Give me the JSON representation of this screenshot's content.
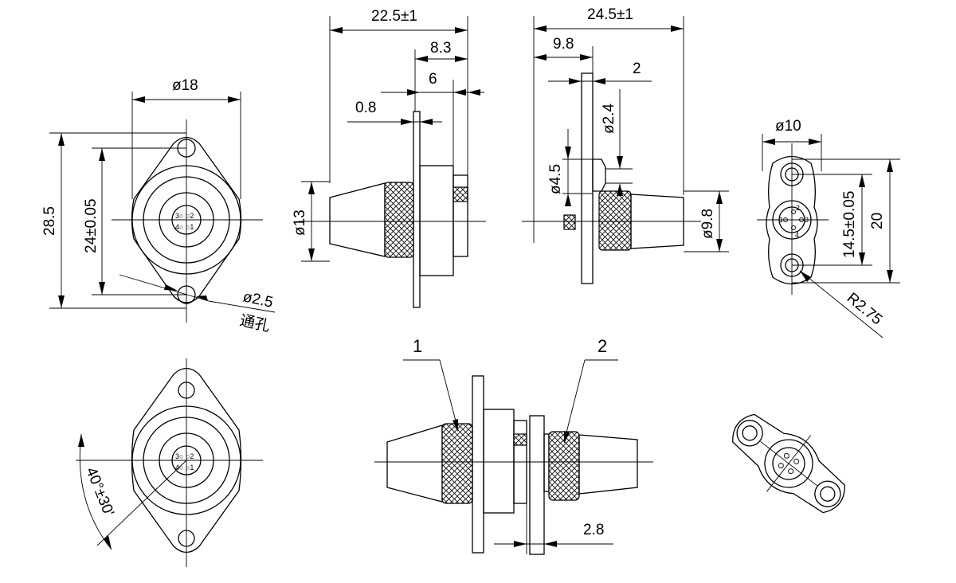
{
  "labels": {
    "phi18": "ø18",
    "h28_5": "28.5",
    "h24": "24±0.05",
    "phi2_5": "ø2.5",
    "through_hole": "通孔",
    "w22_5": "22.5±1",
    "w8_3": "8.3",
    "w6": "6",
    "w0_8": "0.8",
    "phi13": "ø13",
    "w24_5": "24.5±1",
    "w9_8": "9.8",
    "w2": "2",
    "phi2_4": "ø2.4",
    "phi4_5": "ø4.5",
    "phi9_8": "ø9.8",
    "phi10": "ø10",
    "h14_5": "14.5±0.05",
    "h20": "20",
    "r2_75": "R2.75",
    "angle": "40°±30'",
    "part1": "1",
    "part2": "2",
    "w2_8": "2.8"
  },
  "pins": {
    "p1": "1",
    "p2": "2",
    "p3": "3",
    "p4": "4",
    "face_a": "3○ ○2",
    "face_b": "4○ ○1"
  }
}
